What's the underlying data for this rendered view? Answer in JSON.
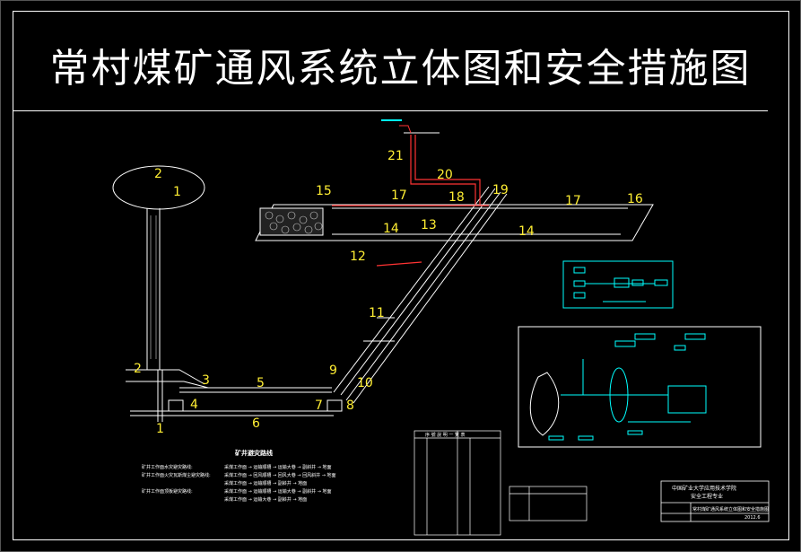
{
  "drawing": {
    "title": "常村煤矿通风系统立体图和安全措施图",
    "colors": {
      "background": "#000000",
      "frame": "#ffffff",
      "title_text": "#ffffff",
      "callout_numbers": "#ffee33",
      "airway_line": "#ffffff",
      "return_air": "#ff3333",
      "schematic": "#00ffff"
    }
  },
  "callouts": [
    "1",
    "2",
    "3",
    "4",
    "5",
    "6",
    "7",
    "8",
    "9",
    "10",
    "11",
    "12",
    "13",
    "14",
    "15",
    "16",
    "17",
    "18",
    "19",
    "20",
    "21"
  ],
  "escape_routes": {
    "title": "矿井避灾路线",
    "rows": [
      {
        "label": "矿井工作面水灾避灾路线:",
        "route": "采煤工作面 → 运输顺槽 → 运输大巷 → 副斜井 → 地面"
      },
      {
        "label": "矿井工作面火灾瓦斯煤尘避灾路线:",
        "route": "采煤工作面 → 回风顺槽 → 回风大巷 → 回风斜井 → 地面"
      },
      {
        "label": "",
        "route": "采煤工作面 → 运输顺槽 → 副斜井 → 地面"
      },
      {
        "label": "矿井工作面顶板避灾路线:",
        "route": "采煤工作面 → 运输顺槽 → 运输大巷 → 副斜井 → 地面"
      },
      {
        "label": "",
        "route": "采煤工作面 → 运输大巷 → 副斜井 → 地面"
      }
    ]
  },
  "parts_list": {
    "header": "序 號 說 明 一 覽 表",
    "rows": 13
  },
  "title_block": {
    "school": "中国矿业大学应用技术学院",
    "major": "安全工程专业",
    "drawing_name": "常村煤矿通风系统立体图和安全措施图",
    "date": "2012.6"
  }
}
